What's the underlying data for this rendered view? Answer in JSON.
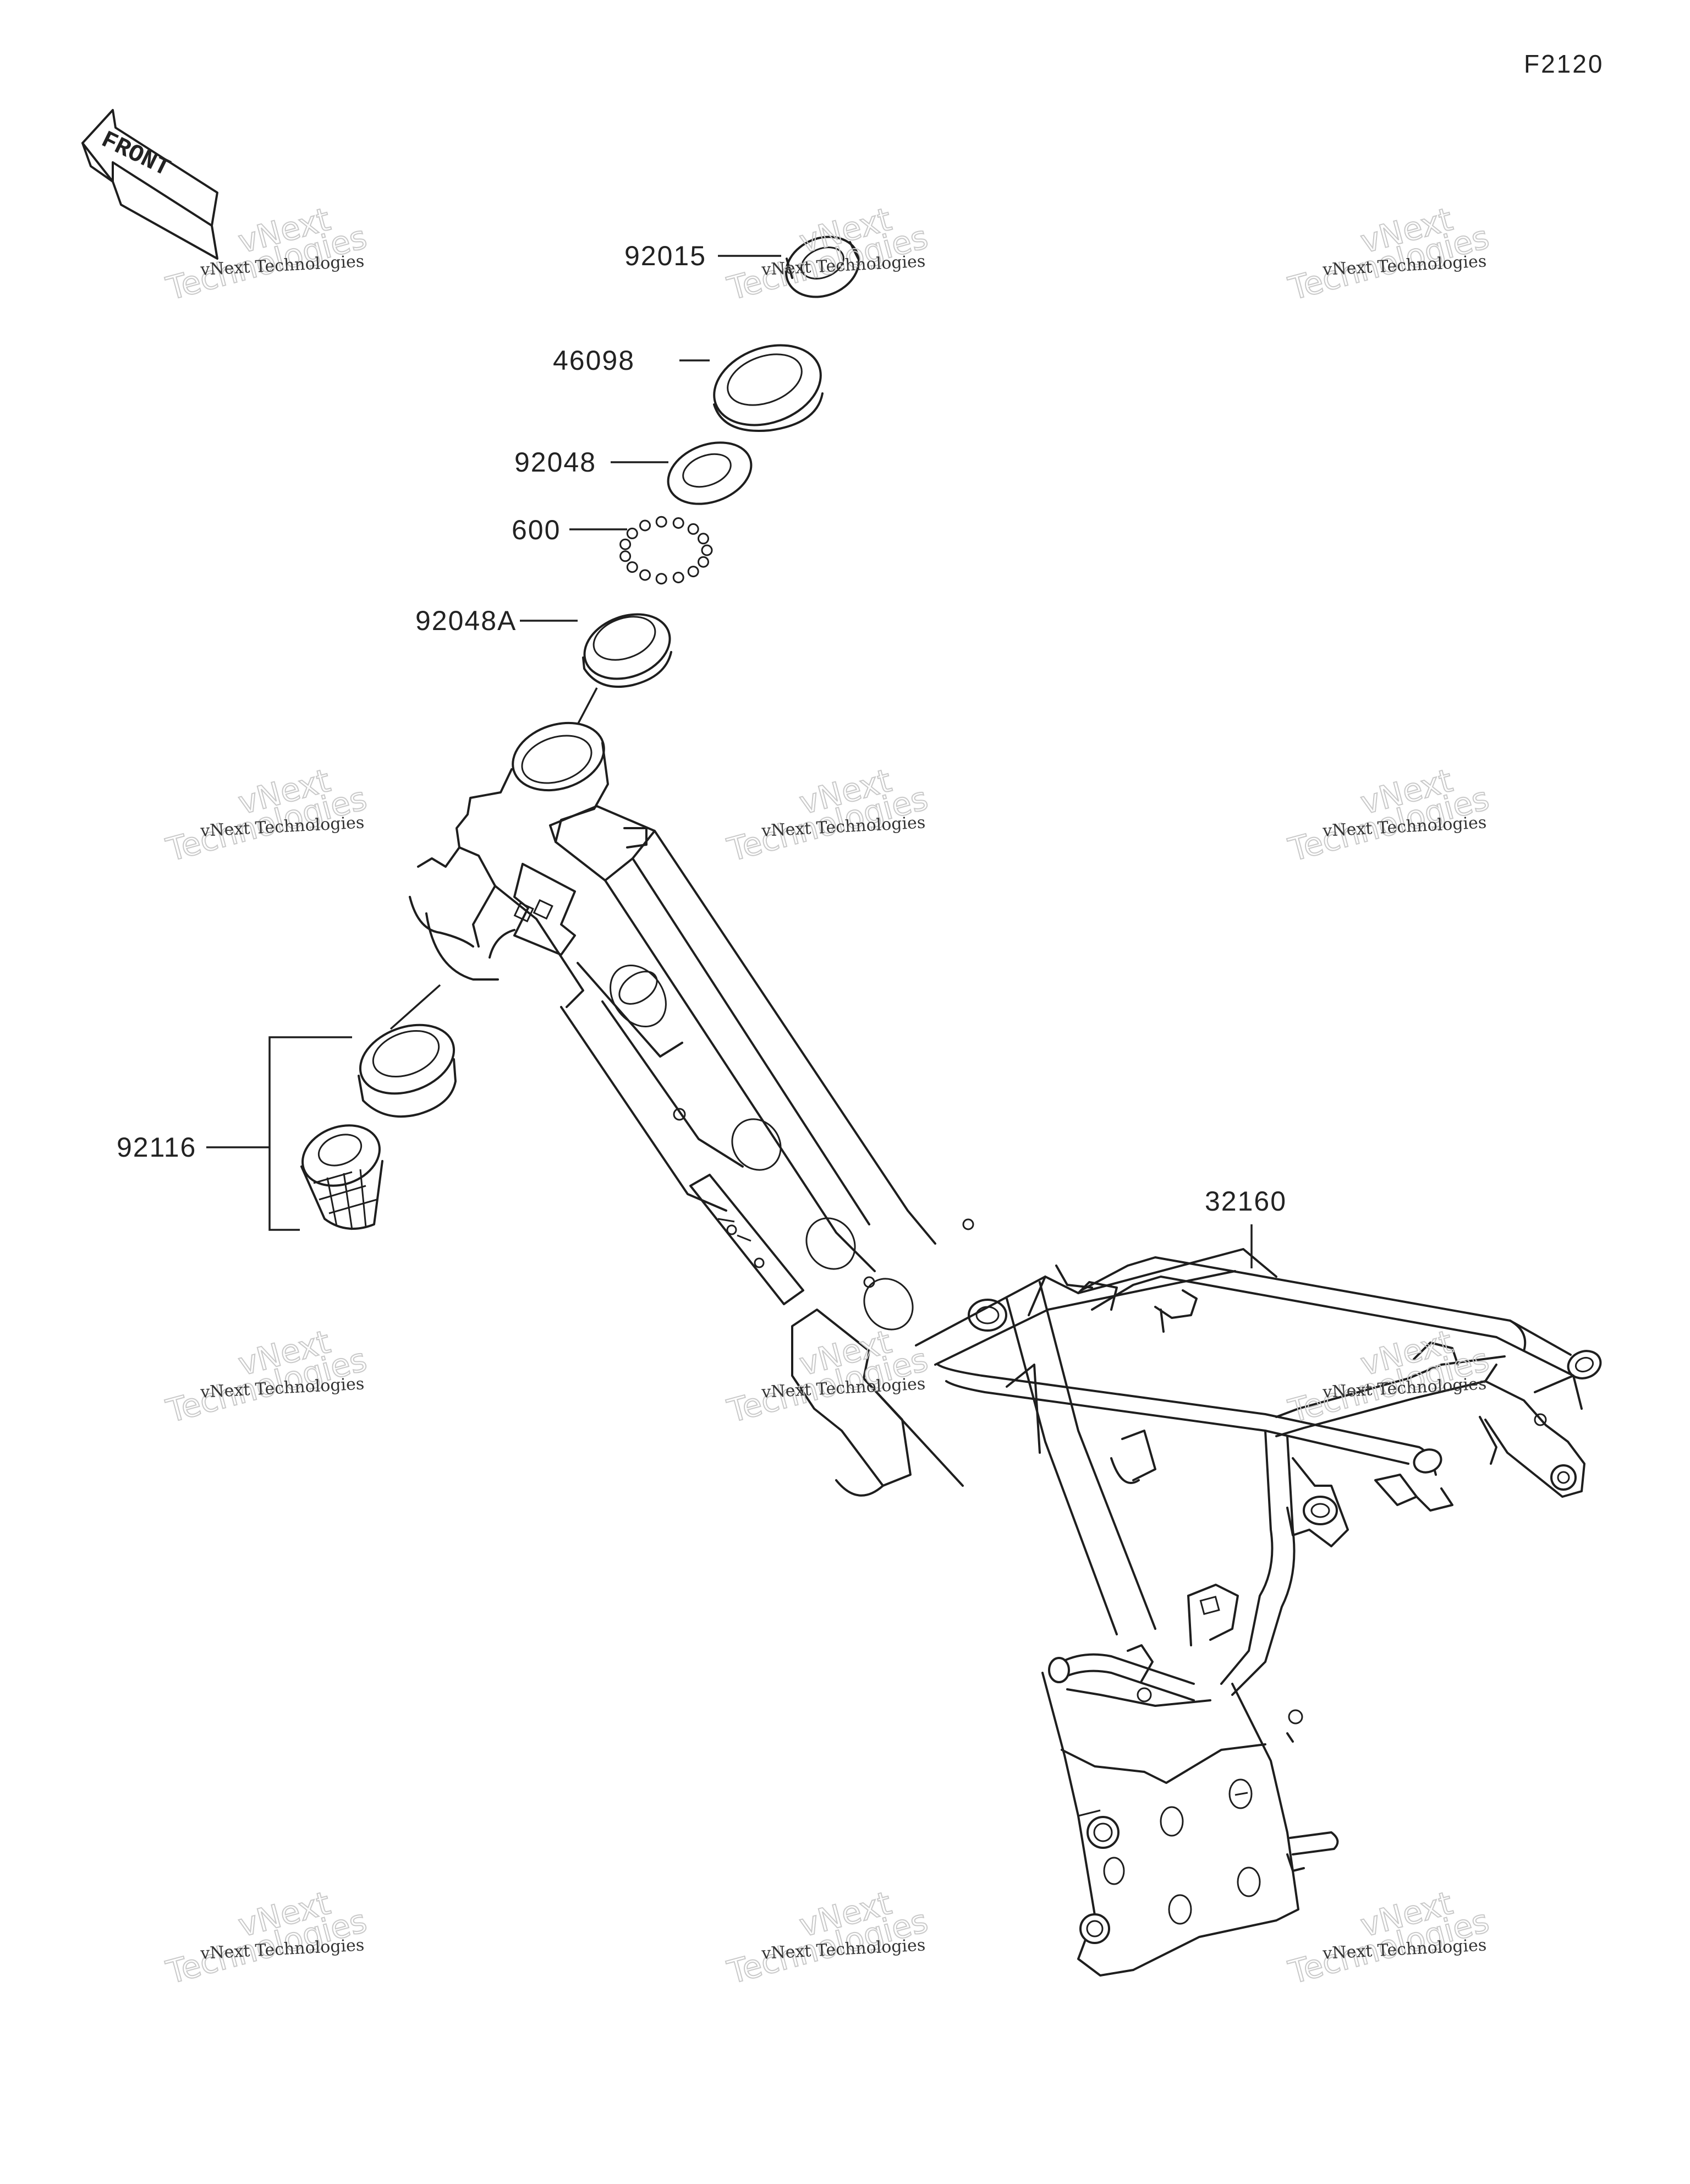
{
  "figure_code": "F2120",
  "front_label": "FRONT",
  "parts": [
    {
      "id": "92015",
      "label": "92015"
    },
    {
      "id": "46098",
      "label": "46098"
    },
    {
      "id": "92048",
      "label": "92048"
    },
    {
      "id": "600",
      "label": "600"
    },
    {
      "id": "92048A",
      "label": "92048A"
    },
    {
      "id": "92116",
      "label": "92116"
    },
    {
      "id": "32160",
      "label": "32160"
    }
  ],
  "watermark": {
    "line1": "vNext Technologies",
    "big_top": "vNext",
    "big_bottom": "Technologies"
  }
}
